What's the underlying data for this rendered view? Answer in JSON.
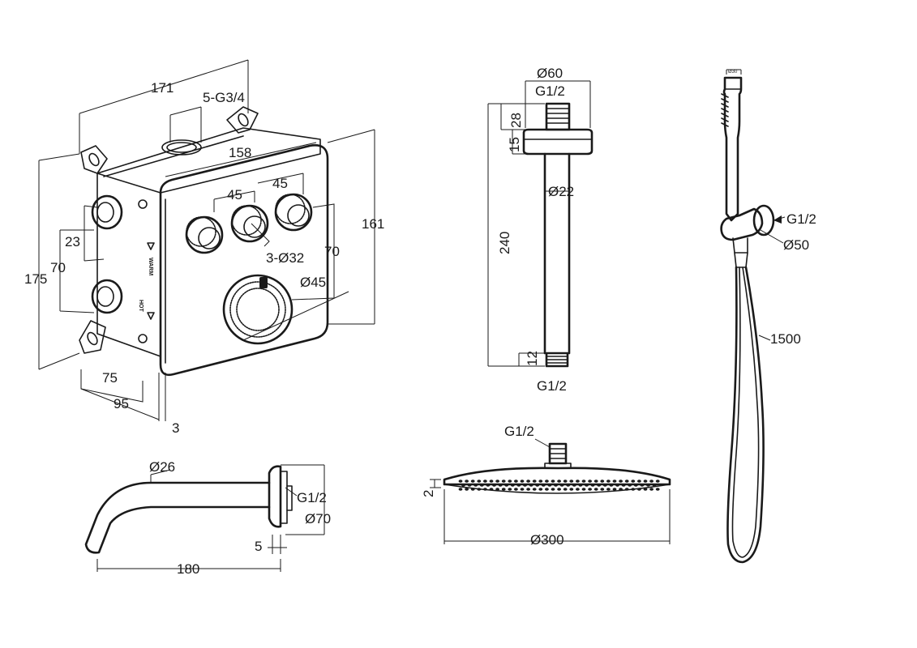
{
  "valve_box": {
    "width": "171",
    "outlets": "5-G3/4",
    "plate_width": "158",
    "spacing_a": "45",
    "spacing_b": "45",
    "height_total": "175",
    "plate_height": "161",
    "inlet_offset": "23",
    "inlet_spacing": "70",
    "knob_spacing": "70",
    "knob_diameter": "3-Ø32",
    "thermo_diameter": "Ø45",
    "depth_a": "75",
    "depth_b": "95",
    "plate_thickness": "3",
    "marking_warm": "WARM",
    "marking_hot": "HOT"
  },
  "ceiling_arm": {
    "flange_diameter": "Ø60",
    "thread_top": "G1/2",
    "thread_length_top": "28",
    "flange_height": "15",
    "length": "240",
    "tube_diameter": "Ø22",
    "thread_length_bottom": "12",
    "thread_bottom": "G1/2"
  },
  "hand_shower": {
    "thread": "G1/2",
    "holder_diameter": "Ø50",
    "hose_length": "1500",
    "handle_diameter": "Ø30"
  },
  "spout": {
    "diameter": "Ø26",
    "thread": "G1/2",
    "flange_diameter": "Ø70",
    "flange_thickness": "5",
    "length": "180"
  },
  "rain_shower": {
    "thread": "G1/2",
    "thickness": "2",
    "diameter": "Ø300"
  }
}
